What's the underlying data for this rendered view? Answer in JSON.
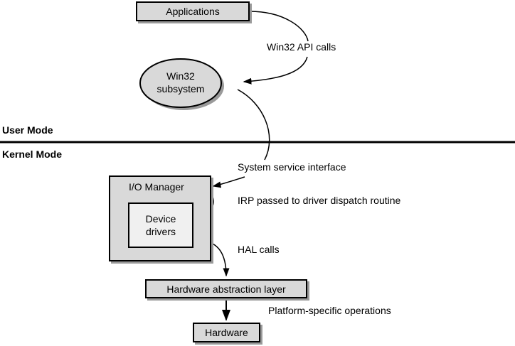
{
  "diagram": {
    "nodes": {
      "applications": "Applications",
      "win32_subsystem_line1": "Win32",
      "win32_subsystem_line2": "subsystem",
      "io_manager": "I/O Manager",
      "device_drivers_line1": "Device",
      "device_drivers_line2": "drivers",
      "hal": "Hardware abstraction layer",
      "hardware": "Hardware"
    },
    "edges": {
      "win32_api_calls": "Win32 API calls",
      "system_service_interface": "System service interface",
      "irp_passed": "IRP passed to driver dispatch routine",
      "hal_calls": "HAL calls",
      "platform_ops": "Platform-specific operations"
    },
    "modes": {
      "user": "User Mode",
      "kernel": "Kernel Mode"
    },
    "colors": {
      "node_fill": "#d9d9d9",
      "inner_fill": "#f0f0f0",
      "shadow": "#9a9a9a",
      "line": "#000000"
    }
  }
}
